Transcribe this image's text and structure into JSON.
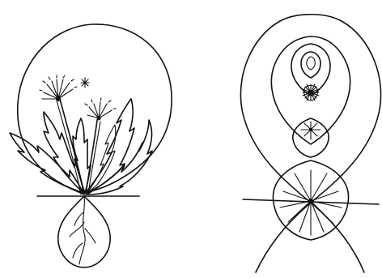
{
  "figure": {
    "panels": [
      {
        "id": "dandelion-plant",
        "depicts": "dandelion-drawing"
      },
      {
        "id": "field-form",
        "depicts": "nested-loop-field-diagram"
      }
    ],
    "colors": {
      "ink": "#111111",
      "background": "#ffffff"
    }
  }
}
